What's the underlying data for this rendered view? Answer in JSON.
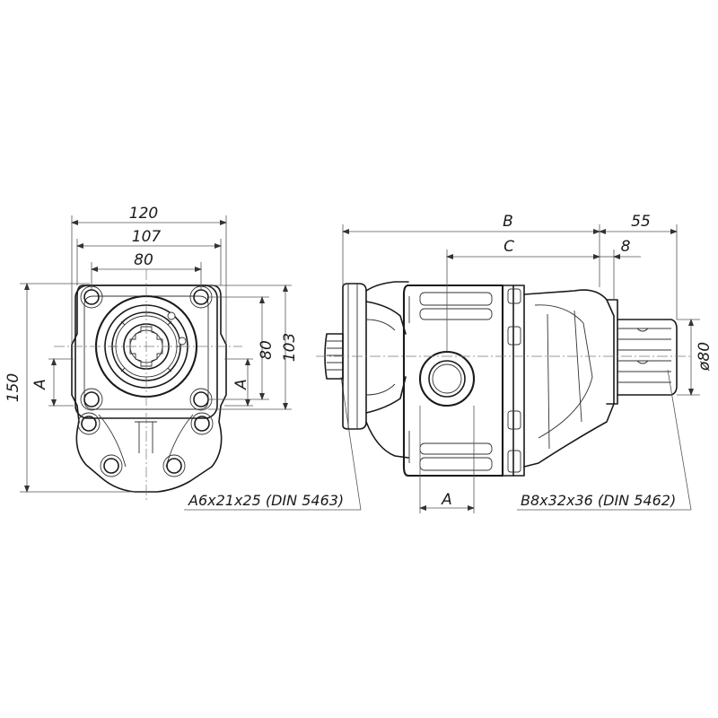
{
  "front_view": {
    "dim_width_overall": "120",
    "dim_width_mid": "107",
    "dim_width_inner": "80",
    "dim_height_overall": "150",
    "dim_height_103": "103",
    "dim_height_80": "80",
    "dim_port_left": "A",
    "dim_port_right": "A",
    "shaft_spec": "A6x21x25 (DIN 5463)"
  },
  "side_view": {
    "dim_B": "B",
    "dim_C": "C",
    "dim_55": "55",
    "dim_8": "8",
    "dim_diameter": "ø80",
    "dim_port_A": "A",
    "shaft_spec": "B8x32x36 (DIN 5462)"
  }
}
